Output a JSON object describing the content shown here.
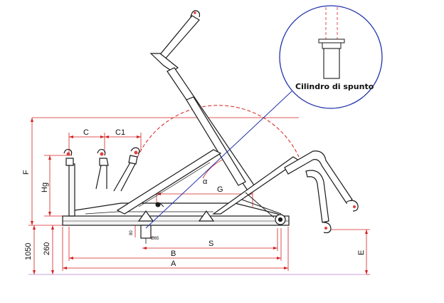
{
  "diagram": {
    "labels": {
      "C": "C",
      "C1": "C1",
      "F": "F",
      "Hg": "Hg",
      "alpha": "α",
      "G": "G",
      "S": "S",
      "B": "B",
      "A": "A",
      "E": "E",
      "dim_1050": "1050",
      "dim_260": "260",
      "pin_dim": "Ø65",
      "pin_height": "80"
    },
    "detail_caption": "Cilindro di spunto",
    "colors": {
      "line": "#1a1a1a",
      "dimension_red": "#d62020",
      "detail_blue": "#2233aa",
      "hook_red": "#e04040",
      "base_purple": "#c8a0d8"
    }
  }
}
